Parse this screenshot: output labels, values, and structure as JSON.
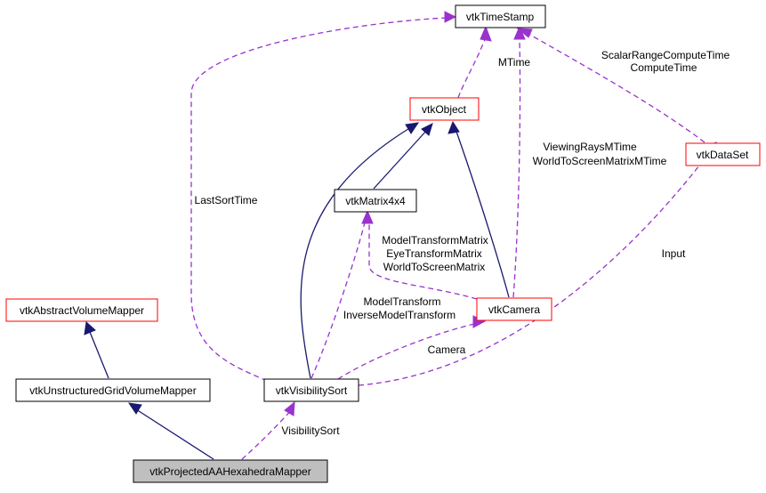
{
  "nodes": {
    "timestamp": {
      "label": "vtkTimeStamp"
    },
    "object": {
      "label": "vtkObject"
    },
    "dataset": {
      "label": "vtkDataSet"
    },
    "matrix": {
      "label": "vtkMatrix4x4"
    },
    "camera": {
      "label": "vtkCamera"
    },
    "abstract_mapper": {
      "label": "vtkAbstractVolumeMapper"
    },
    "ugrid_mapper": {
      "label": "vtkUnstructuredGridVolumeMapper"
    },
    "visibility_sort": {
      "label": "vtkVisibilitySort"
    },
    "projected_mapper": {
      "label": "vtkProjectedAAHexahedraMapper"
    }
  },
  "edge_labels": {
    "mtime": "MTime",
    "scalar_range_compute_time": "ScalarRangeComputeTime",
    "compute_time": "ComputeTime",
    "viewing_rays_mtime": "ViewingRaysMTime",
    "world_to_screen_matrix_mtime": "WorldToScreenMatrixMTime",
    "last_sort_time": "LastSortTime",
    "input": "Input",
    "model_transform_matrix": "ModelTransformMatrix",
    "eye_transform_matrix": "EyeTransformMatrix",
    "world_to_screen_matrix": "WorldToScreenMatrix",
    "model_transform": "ModelTransform",
    "inverse_model_transform": "InverseModelTransform",
    "camera": "Camera",
    "visibility_sort": "VisibilitySort"
  },
  "colors": {
    "inheritance_edge": "#191970",
    "usage_edge": "#9a32cd",
    "class_border": "#000000",
    "incomplete_class_border": "#ff0000",
    "focus_class_fill": "#bfbfbf"
  }
}
